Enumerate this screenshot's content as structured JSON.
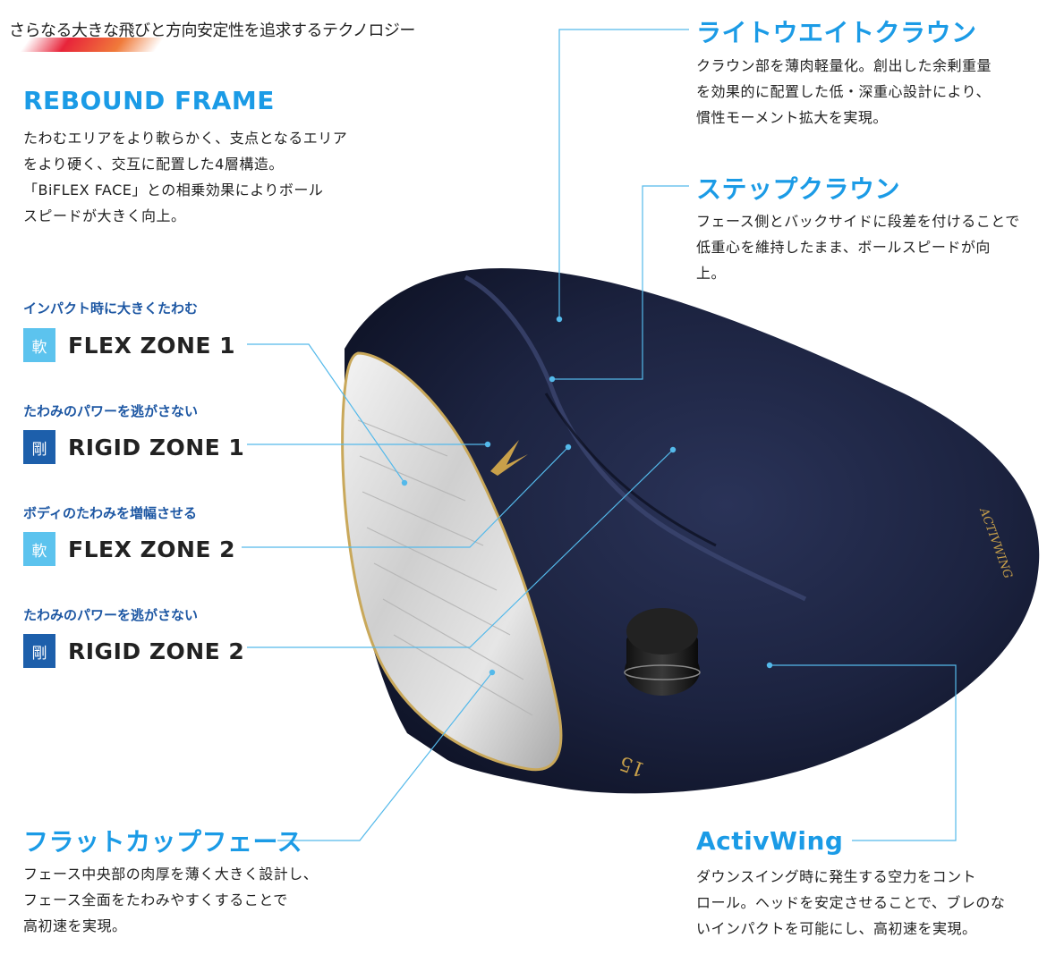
{
  "tagline": "さらなる大きな飛びと方向安定性を追求するテクノロジー",
  "rebound": {
    "title": "REBOUND FRAME",
    "lines": [
      "たわむエリアをより軟らかく、支点となるエリア",
      "をより硬く、交互に配置した4層構造。",
      "「BiFLEX FACE」との相乗効果によりボール",
      "スピードが大きく向上。"
    ]
  },
  "zones": [
    {
      "sub": "インパクト時に大きくたわむ",
      "badge": "軟",
      "name": "FLEX ZONE 1"
    },
    {
      "sub": "たわみのパワーを逃がさない",
      "badge": "剛",
      "name": "RIGID ZONE 1"
    },
    {
      "sub": "ボディのたわみを増幅させる",
      "badge": "軟",
      "name": "FLEX ZONE 2"
    },
    {
      "sub": "たわみのパワーを逃がさない",
      "badge": "剛",
      "name": "RIGID ZONE 2"
    }
  ],
  "flatcup": {
    "title": "フラットカップフェース",
    "lines": [
      "フェース中央部の肉厚を薄く大きく設計し、",
      "フェース全面をたわみやすくすることで",
      "高初速を実現。"
    ]
  },
  "lightweight": {
    "title": "ライトウエイトクラウン",
    "lines": [
      "クラウン部を薄肉軽量化。創出した余剰重量",
      "を効果的に配置した低・深重心設計により、",
      "慣性モーメント拡大を実現。"
    ]
  },
  "step": {
    "title": "ステップクラウン",
    "lines": [
      "フェース側とバックサイドに段差を付けることで",
      "低重心を維持したまま、ボールスピードが向",
      "上。"
    ]
  },
  "activ": {
    "title": "ActivWing",
    "lines": [
      "ダウンスイング時に発生する空力をコント",
      "ロール。ヘッドを安定させることで、ブレのな",
      "いインパクトを可能にし、高初速を実現。"
    ]
  },
  "product": {
    "loft_mark": "15",
    "sole_text": "ACTIVWING"
  },
  "colors": {
    "accent": "#1b9be6",
    "zone_soft": "#5cc3ee",
    "zone_hard": "#1d5fab",
    "crown": "#1c2340"
  }
}
